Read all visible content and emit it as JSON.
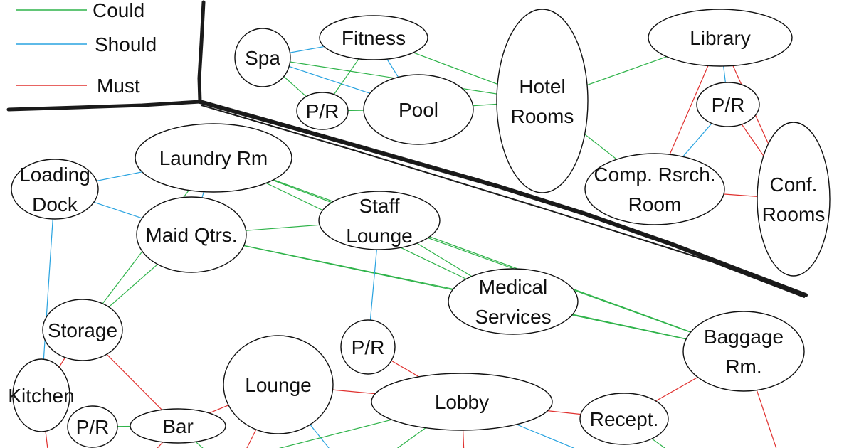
{
  "legend": [
    {
      "label": "Could",
      "color": "#2fb34a"
    },
    {
      "label": "Should",
      "color": "#29a3e0"
    },
    {
      "label": "Must",
      "color": "#e0312f"
    }
  ],
  "nodes": [
    {
      "id": "spa",
      "lines": [
        "Spa"
      ]
    },
    {
      "id": "fitness",
      "lines": [
        "Fitness"
      ]
    },
    {
      "id": "pr_top",
      "lines": [
        "P/R"
      ]
    },
    {
      "id": "pool",
      "lines": [
        "Pool"
      ]
    },
    {
      "id": "hotel_rooms",
      "lines": [
        "Hotel",
        "Rooms"
      ]
    },
    {
      "id": "library",
      "lines": [
        "Library"
      ]
    },
    {
      "id": "pr_right",
      "lines": [
        "P/R"
      ]
    },
    {
      "id": "comp_rsrch",
      "lines": [
        "Comp. Rsrch.",
        "Room"
      ]
    },
    {
      "id": "conf_rooms",
      "lines": [
        "Conf.",
        "Rooms"
      ]
    },
    {
      "id": "laundry",
      "lines": [
        "Laundry Rm"
      ]
    },
    {
      "id": "loading_dock",
      "lines": [
        "Loading",
        "Dock"
      ]
    },
    {
      "id": "maid_qtrs",
      "lines": [
        "Maid Qtrs."
      ]
    },
    {
      "id": "staff_lounge",
      "lines": [
        "Staff",
        "Lounge"
      ]
    },
    {
      "id": "medical",
      "lines": [
        "Medical",
        "Services"
      ]
    },
    {
      "id": "storage",
      "lines": [
        "Storage"
      ]
    },
    {
      "id": "pr_mid",
      "lines": [
        "P/R"
      ]
    },
    {
      "id": "baggage",
      "lines": [
        "Baggage",
        "Rm."
      ]
    },
    {
      "id": "kitchen",
      "lines": [
        "Kitchen"
      ]
    },
    {
      "id": "lounge",
      "lines": [
        "Lounge"
      ]
    },
    {
      "id": "lobby",
      "lines": [
        "Lobby"
      ]
    },
    {
      "id": "pr_bottom",
      "lines": [
        "P/R"
      ]
    },
    {
      "id": "bar",
      "lines": [
        "Bar"
      ]
    },
    {
      "id": "recept",
      "lines": [
        "Recept."
      ]
    }
  ],
  "edges": [
    {
      "from": "spa",
      "to": "fitness",
      "type": "Should"
    },
    {
      "from": "spa",
      "to": "pr_top",
      "type": "Could"
    },
    {
      "from": "spa",
      "to": "pool",
      "type": "Should"
    },
    {
      "from": "spa",
      "to": "hotel_rooms",
      "type": "Could"
    },
    {
      "from": "fitness",
      "to": "pr_top",
      "type": "Could"
    },
    {
      "from": "fitness",
      "to": "pool",
      "type": "Should"
    },
    {
      "from": "fitness",
      "to": "hotel_rooms",
      "type": "Could"
    },
    {
      "from": "pr_top",
      "to": "pool",
      "type": "Could"
    },
    {
      "from": "pool",
      "to": "hotel_rooms",
      "type": "Could"
    },
    {
      "from": "hotel_rooms",
      "to": "library",
      "type": "Could"
    },
    {
      "from": "hotel_rooms",
      "to": "comp_rsrch",
      "type": "Could"
    },
    {
      "from": "library",
      "to": "pr_right",
      "type": "Should"
    },
    {
      "from": "library",
      "to": "comp_rsrch",
      "type": "Must"
    },
    {
      "from": "library",
      "to": "conf_rooms",
      "type": "Must"
    },
    {
      "from": "pr_right",
      "to": "comp_rsrch",
      "type": "Should"
    },
    {
      "from": "pr_right",
      "to": "conf_rooms",
      "type": "Must"
    },
    {
      "from": "comp_rsrch",
      "to": "conf_rooms",
      "type": "Must"
    },
    {
      "from": "laundry",
      "to": "loading_dock",
      "type": "Should"
    },
    {
      "from": "laundry",
      "to": "maid_qtrs",
      "type": "Should"
    },
    {
      "from": "laundry",
      "to": "storage",
      "type": "Could"
    },
    {
      "from": "laundry",
      "to": "staff_lounge",
      "type": "Could"
    },
    {
      "from": "laundry",
      "to": "medical",
      "type": "Could"
    },
    {
      "from": "laundry",
      "to": "baggage",
      "type": "Could"
    },
    {
      "from": "loading_dock",
      "to": "maid_qtrs",
      "type": "Should"
    },
    {
      "from": "loading_dock",
      "to": "kitchen",
      "type": "Should"
    },
    {
      "from": "maid_qtrs",
      "to": "staff_lounge",
      "type": "Could"
    },
    {
      "from": "maid_qtrs",
      "to": "medical",
      "type": "Could"
    },
    {
      "from": "maid_qtrs",
      "to": "storage",
      "type": "Could"
    },
    {
      "from": "maid_qtrs",
      "to": "baggage",
      "type": "Could"
    },
    {
      "from": "staff_lounge",
      "to": "pr_mid",
      "type": "Should"
    },
    {
      "from": "staff_lounge",
      "to": "medical",
      "type": "Could"
    },
    {
      "from": "staff_lounge",
      "to": "baggage",
      "type": "Could"
    },
    {
      "from": "medical",
      "to": "baggage",
      "type": "Could"
    },
    {
      "from": "pr_mid",
      "to": "lobby",
      "type": "Must"
    },
    {
      "from": "storage",
      "to": "kitchen",
      "type": "Must"
    },
    {
      "from": "storage",
      "to": "bar",
      "type": "Must"
    },
    {
      "from": "pr_bottom",
      "to": "bar",
      "type": "Could"
    },
    {
      "from": "bar",
      "to": "lounge",
      "type": "Must"
    },
    {
      "from": "lounge",
      "to": "lobby",
      "type": "Must"
    },
    {
      "from": "lobby",
      "to": "recept",
      "type": "Must"
    },
    {
      "from": "baggage",
      "to": "recept",
      "type": "Must"
    }
  ],
  "stubs": [
    {
      "from": "kitchen",
      "type": "Must"
    },
    {
      "from": "bar",
      "type": "Must"
    },
    {
      "from": "bar",
      "type": "Could"
    },
    {
      "from": "lounge",
      "type": "Must"
    },
    {
      "from": "lounge",
      "type": "Should"
    },
    {
      "from": "lobby",
      "type": "Could"
    },
    {
      "from": "lobby",
      "type": "Could"
    },
    {
      "from": "lobby",
      "type": "Must"
    },
    {
      "from": "lobby",
      "type": "Should"
    },
    {
      "from": "recept",
      "type": "Could"
    },
    {
      "from": "baggage",
      "type": "Must"
    }
  ]
}
